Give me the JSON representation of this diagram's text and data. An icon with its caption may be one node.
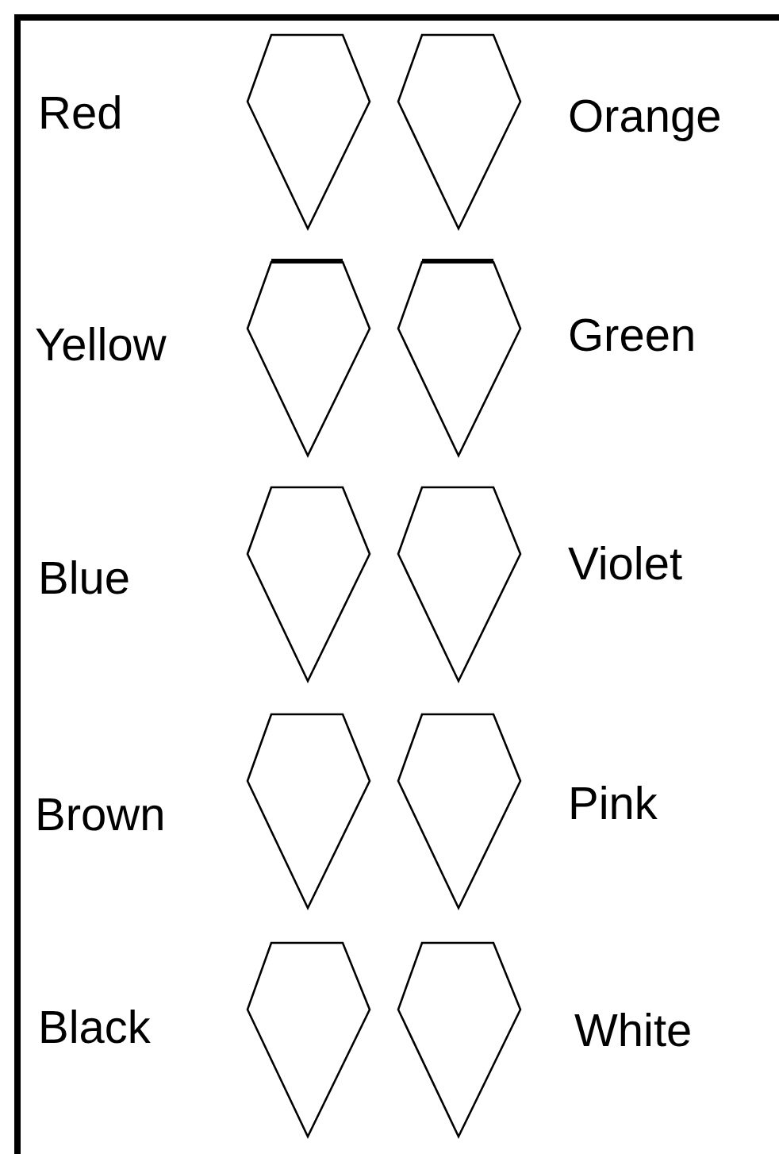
{
  "diagram": {
    "nodes": [
      {
        "text": [],
        "shape": "diamond",
        "beside": [
          "Red"
        ]
      },
      {
        "text": [],
        "shape": "diamond",
        "beside": [
          "Orange"
        ]
      },
      {
        "text": [],
        "shape": "diamond",
        "beside": [
          "Yellow"
        ]
      },
      {
        "text": [],
        "shape": "diamond",
        "beside": [
          "Green"
        ]
      },
      {
        "text": [],
        "shape": "diamond",
        "beside": [
          "Blue"
        ]
      },
      {
        "text": [],
        "shape": "diamond",
        "beside": [
          "Violet"
        ]
      },
      {
        "text": [],
        "shape": "diamond",
        "beside": [
          "Brown"
        ]
      },
      {
        "text": [],
        "shape": "diamond",
        "beside": [
          "Pink"
        ]
      },
      {
        "text": [],
        "shape": "diamond",
        "beside": [
          "Black"
        ]
      },
      {
        "text": [],
        "shape": "diamond",
        "beside": [
          "White"
        ]
      }
    ]
  }
}
